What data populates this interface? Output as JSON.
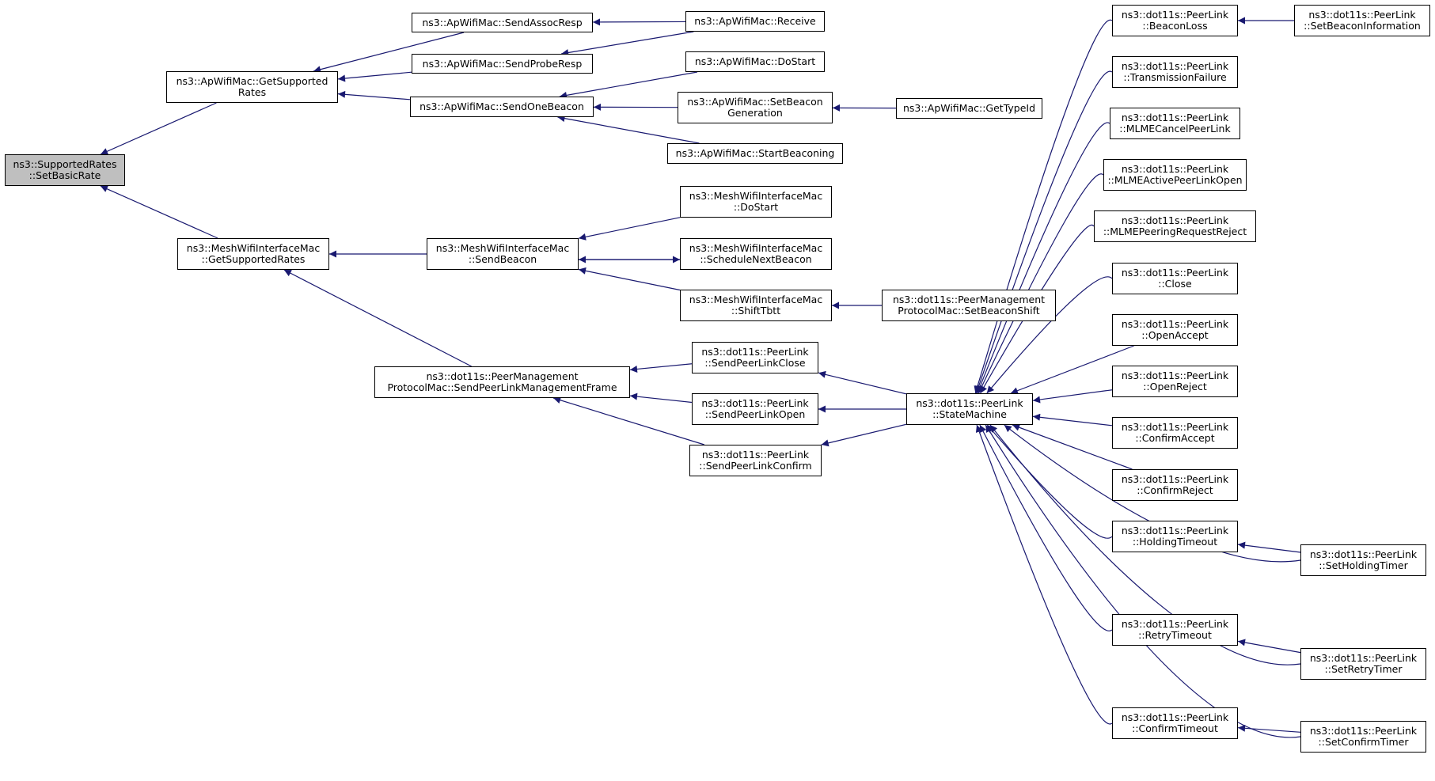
{
  "colors": {
    "edge": "#191970",
    "root_fill": "#bfbfbf",
    "node_fill": "#ffffff",
    "border": "#000000"
  },
  "nodes": [
    {
      "id": "n0",
      "lines": [
        "ns3::SupportedRates",
        "::SetBasicRate"
      ],
      "root": true
    },
    {
      "id": "n1",
      "lines": [
        "ns3::ApWifiMac::GetSupported",
        "Rates"
      ]
    },
    {
      "id": "n2",
      "lines": [
        "ns3::MeshWifiInterfaceMac",
        "::GetSupportedRates"
      ]
    },
    {
      "id": "n3",
      "lines": [
        "ns3::ApWifiMac::SendAssocResp"
      ]
    },
    {
      "id": "n4",
      "lines": [
        "ns3::ApWifiMac::SendProbeResp"
      ]
    },
    {
      "id": "n5",
      "lines": [
        "ns3::ApWifiMac::SendOneBeacon"
      ]
    },
    {
      "id": "n6",
      "lines": [
        "ns3::ApWifiMac::Receive"
      ]
    },
    {
      "id": "n7",
      "lines": [
        "ns3::ApWifiMac::DoStart"
      ]
    },
    {
      "id": "n8",
      "lines": [
        "ns3::ApWifiMac::SetBeacon",
        "Generation"
      ]
    },
    {
      "id": "n9",
      "lines": [
        "ns3::ApWifiMac::StartBeaconing"
      ]
    },
    {
      "id": "n10",
      "lines": [
        "ns3::ApWifiMac::GetTypeId"
      ]
    },
    {
      "id": "n11",
      "lines": [
        "ns3::MeshWifiInterfaceMac",
        "::SendBeacon"
      ]
    },
    {
      "id": "n12",
      "lines": [
        "ns3::MeshWifiInterfaceMac",
        "::DoStart"
      ]
    },
    {
      "id": "n13",
      "lines": [
        "ns3::MeshWifiInterfaceMac",
        "::ScheduleNextBeacon"
      ]
    },
    {
      "id": "n14",
      "lines": [
        "ns3::MeshWifiInterfaceMac",
        "::ShiftTbtt"
      ]
    },
    {
      "id": "n15",
      "lines": [
        "ns3::dot11s::PeerManagement",
        "ProtocolMac::SetBeaconShift"
      ]
    },
    {
      "id": "n16",
      "lines": [
        "ns3::dot11s::PeerManagement",
        "ProtocolMac::SendPeerLinkManagementFrame"
      ]
    },
    {
      "id": "n17",
      "lines": [
        "ns3::dot11s::PeerLink",
        "::SendPeerLinkClose"
      ]
    },
    {
      "id": "n18",
      "lines": [
        "ns3::dot11s::PeerLink",
        "::SendPeerLinkOpen"
      ]
    },
    {
      "id": "n19",
      "lines": [
        "ns3::dot11s::PeerLink",
        "::SendPeerLinkConfirm"
      ]
    },
    {
      "id": "n20",
      "lines": [
        "ns3::dot11s::PeerLink",
        "::StateMachine"
      ]
    },
    {
      "id": "n21",
      "lines": [
        "ns3::dot11s::PeerLink",
        "::BeaconLoss"
      ]
    },
    {
      "id": "n22",
      "lines": [
        "ns3::dot11s::PeerLink",
        "::SetBeaconInformation"
      ]
    },
    {
      "id": "n23",
      "lines": [
        "ns3::dot11s::PeerLink",
        "::TransmissionFailure"
      ]
    },
    {
      "id": "n24",
      "lines": [
        "ns3::dot11s::PeerLink",
        "::MLMECancelPeerLink"
      ]
    },
    {
      "id": "n25",
      "lines": [
        "ns3::dot11s::PeerLink",
        "::MLMEActivePeerLinkOpen"
      ]
    },
    {
      "id": "n26",
      "lines": [
        "ns3::dot11s::PeerLink",
        "::MLMEPeeringRequestReject"
      ]
    },
    {
      "id": "n27",
      "lines": [
        "ns3::dot11s::PeerLink",
        "::Close"
      ]
    },
    {
      "id": "n28",
      "lines": [
        "ns3::dot11s::PeerLink",
        "::OpenAccept"
      ]
    },
    {
      "id": "n29",
      "lines": [
        "ns3::dot11s::PeerLink",
        "::OpenReject"
      ]
    },
    {
      "id": "n30",
      "lines": [
        "ns3::dot11s::PeerLink",
        "::ConfirmAccept"
      ]
    },
    {
      "id": "n31",
      "lines": [
        "ns3::dot11s::PeerLink",
        "::ConfirmReject"
      ]
    },
    {
      "id": "n32",
      "lines": [
        "ns3::dot11s::PeerLink",
        "::HoldingTimeout"
      ]
    },
    {
      "id": "n33",
      "lines": [
        "ns3::dot11s::PeerLink",
        "::SetHoldingTimer"
      ]
    },
    {
      "id": "n34",
      "lines": [
        "ns3::dot11s::PeerLink",
        "::RetryTimeout"
      ]
    },
    {
      "id": "n35",
      "lines": [
        "ns3::dot11s::PeerLink",
        "::SetRetryTimer"
      ]
    },
    {
      "id": "n36",
      "lines": [
        "ns3::dot11s::PeerLink",
        "::ConfirmTimeout"
      ]
    },
    {
      "id": "n37",
      "lines": [
        "ns3::dot11s::PeerLink",
        "::SetConfirmTimer"
      ]
    }
  ],
  "edges": [
    [
      "n1",
      "n0"
    ],
    [
      "n2",
      "n0"
    ],
    [
      "n3",
      "n1"
    ],
    [
      "n4",
      "n1"
    ],
    [
      "n5",
      "n1"
    ],
    [
      "n6",
      "n3"
    ],
    [
      "n6",
      "n4"
    ],
    [
      "n7",
      "n5"
    ],
    [
      "n8",
      "n5"
    ],
    [
      "n9",
      "n5"
    ],
    [
      "n10",
      "n8"
    ],
    [
      "n11",
      "n2"
    ],
    [
      "n16",
      "n2"
    ],
    [
      "n12",
      "n11"
    ],
    [
      "n13",
      "n11"
    ],
    [
      "n11",
      "n13"
    ],
    [
      "n14",
      "n11"
    ],
    [
      "n15",
      "n14"
    ],
    [
      "n17",
      "n16"
    ],
    [
      "n18",
      "n16"
    ],
    [
      "n19",
      "n16"
    ],
    [
      "n20",
      "n17"
    ],
    [
      "n20",
      "n18"
    ],
    [
      "n20",
      "n19"
    ],
    [
      "n21",
      "n20"
    ],
    [
      "n23",
      "n20"
    ],
    [
      "n24",
      "n20"
    ],
    [
      "n25",
      "n20"
    ],
    [
      "n26",
      "n20"
    ],
    [
      "n27",
      "n20"
    ],
    [
      "n28",
      "n20"
    ],
    [
      "n29",
      "n20"
    ],
    [
      "n30",
      "n20"
    ],
    [
      "n31",
      "n20"
    ],
    [
      "n32",
      "n20"
    ],
    [
      "n33",
      "n20"
    ],
    [
      "n34",
      "n20"
    ],
    [
      "n35",
      "n20"
    ],
    [
      "n36",
      "n20"
    ],
    [
      "n37",
      "n20"
    ],
    [
      "n22",
      "n21"
    ],
    [
      "n33",
      "n32"
    ],
    [
      "n35",
      "n34"
    ],
    [
      "n37",
      "n36"
    ]
  ]
}
